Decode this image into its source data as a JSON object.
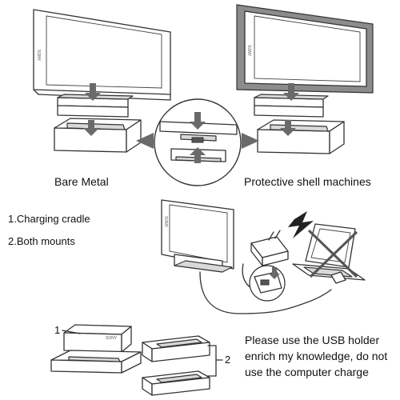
{
  "labels": {
    "bare_metal": "Bare Metal",
    "protective_shell": "Protective shell machines",
    "item_1": "1.Charging cradle",
    "item_2": "2.Both mounts",
    "callout_1": "1",
    "callout_2": "2"
  },
  "instructions": "Please use the USB holder enrich my knowledge, do not use the computer charge",
  "device_brand": "SONY",
  "colors": {
    "line": "#333333",
    "shell": "#8c8c8c",
    "arrow": "#6a6a6a",
    "lightning": "#222222"
  }
}
